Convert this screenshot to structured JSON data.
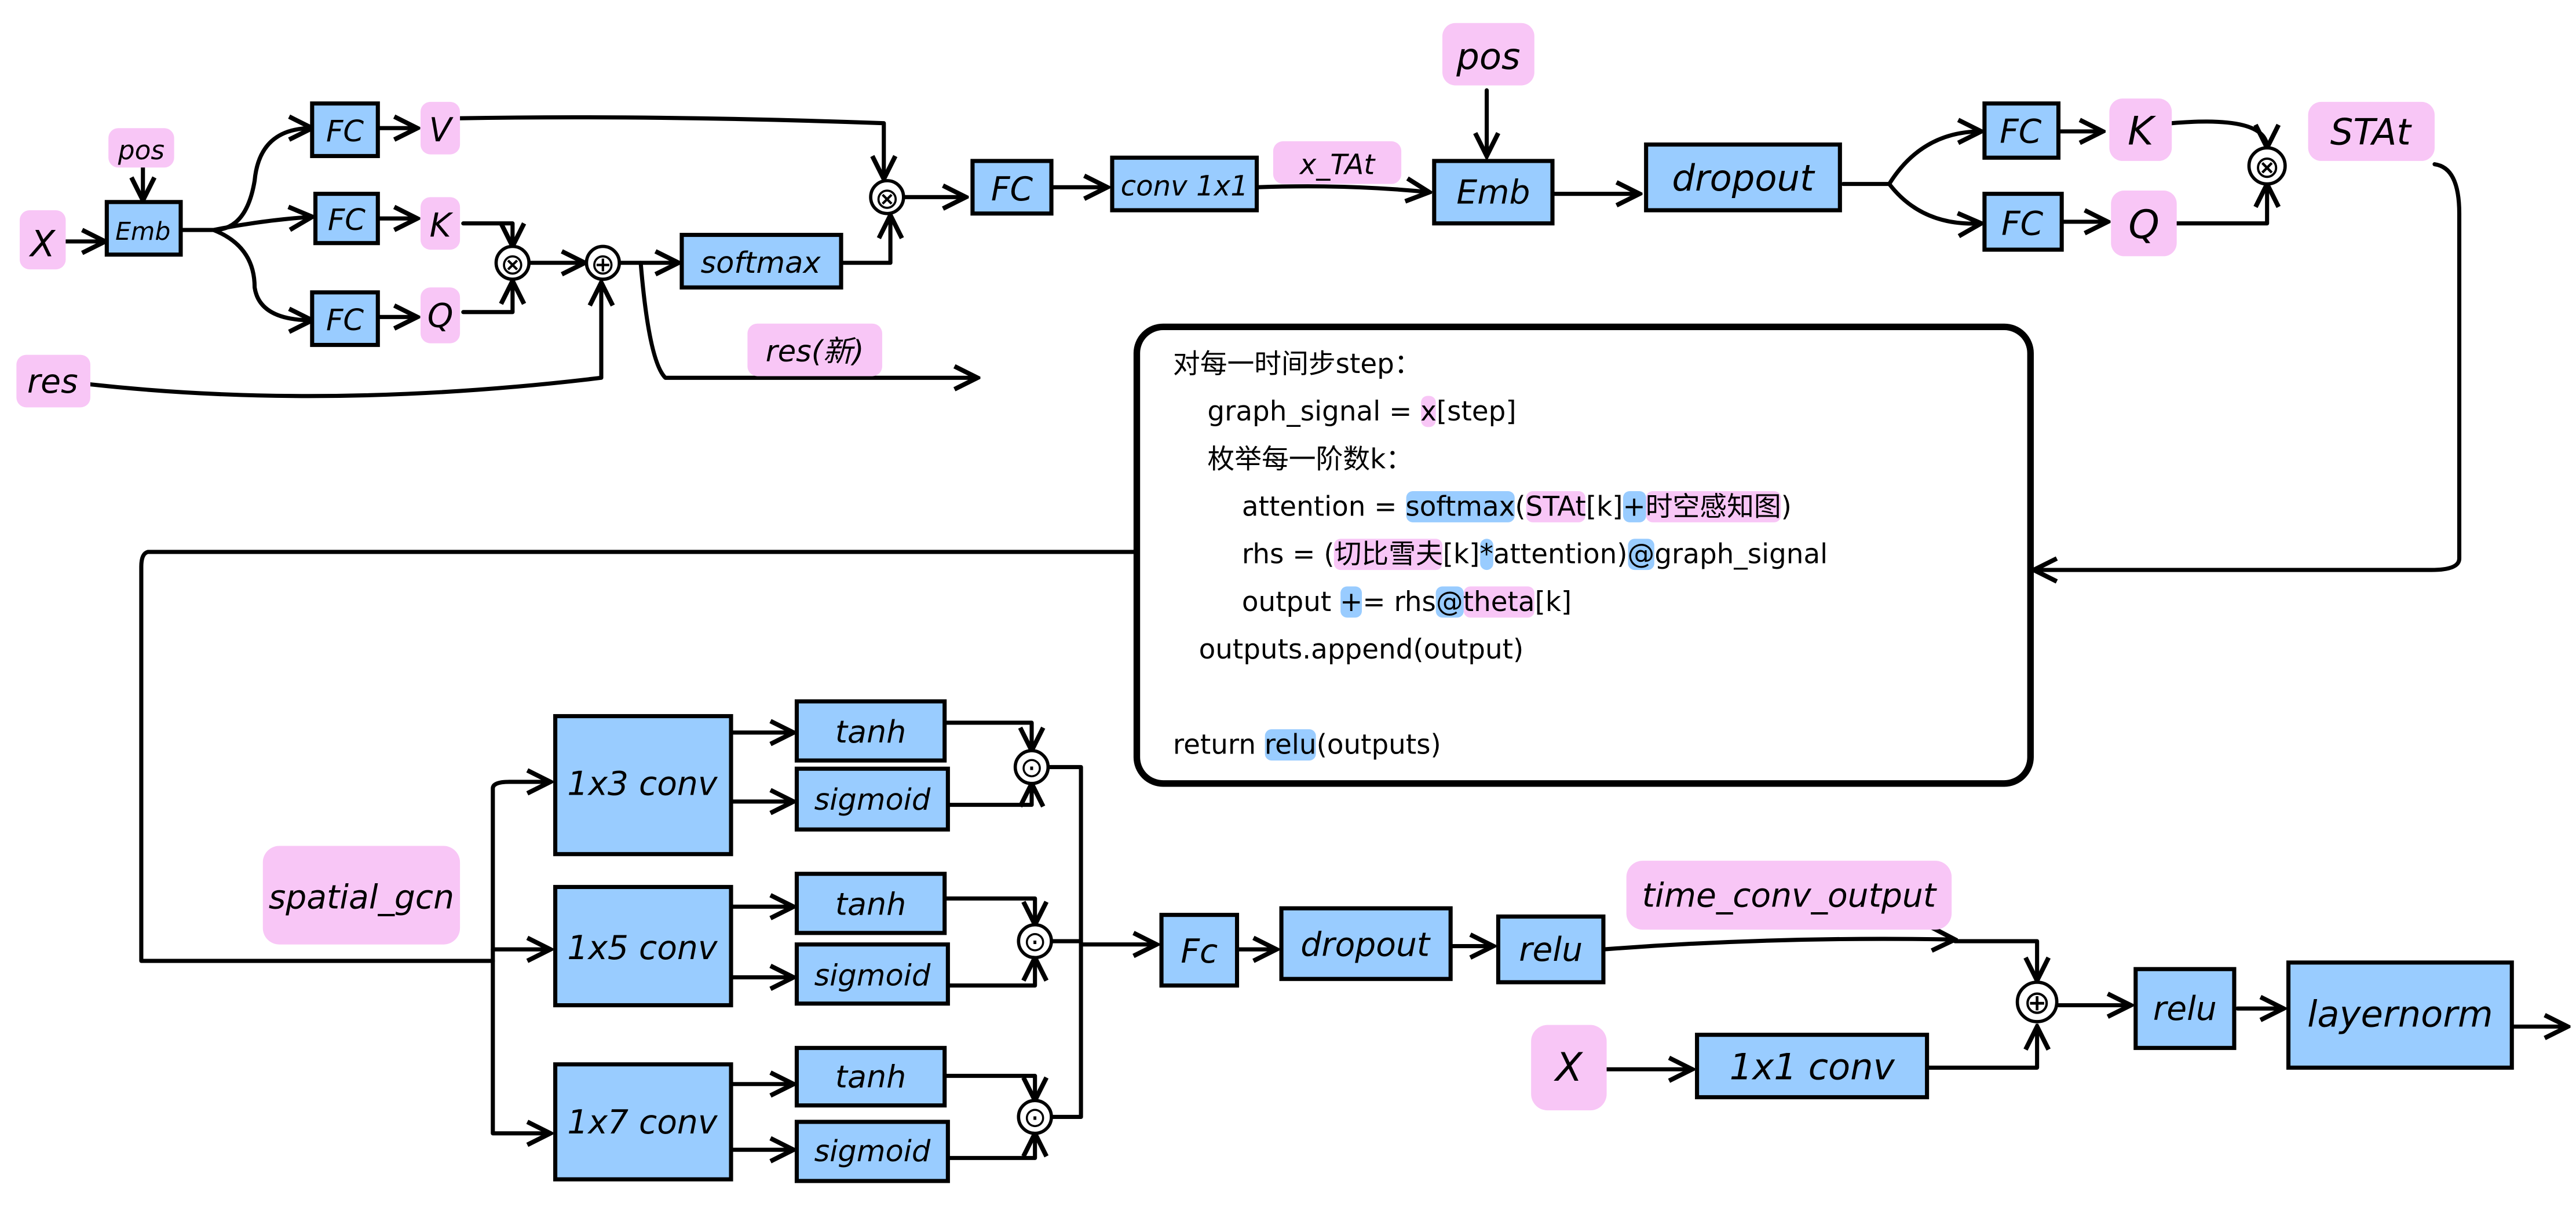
{
  "colors": {
    "box": "#99ccff",
    "label": "#f8c6f6",
    "line": "#000000"
  },
  "top": {
    "x": "X",
    "pos1": "pos",
    "emb1": "Emb",
    "fc_v": "FC",
    "fc_k": "FC",
    "fc_q": "FC",
    "v": "V",
    "k": "K",
    "q": "Q",
    "mul1": "⊗",
    "add1": "⊕",
    "softmax": "softmax",
    "mul2": "⊗",
    "res": "res",
    "res_new": "res(新)",
    "fc2": "FC",
    "conv1x1": "conv 1x1",
    "x_tat": "x_TAt",
    "pos2": "pos",
    "emb2": "Emb",
    "dropout": "dropout",
    "fc_k2": "FC",
    "fc_q2": "FC",
    "k2": "K",
    "q2": "Q",
    "mul3": "⊗",
    "stat": "STAt"
  },
  "code": {
    "l1": "对每一时间步step：",
    "l2": [
      "graph_signal = ",
      "x",
      "[step]"
    ],
    "l3": "枚举每一阶数k：",
    "l4": [
      "attention = ",
      "softmax",
      "(",
      "STAt",
      "[k]",
      "+",
      "时空感知图",
      ")"
    ],
    "l5": [
      "rhs = (",
      "切比雪夫",
      "[k]",
      "*",
      "attention)",
      "@",
      "graph_signal"
    ],
    "l6": [
      "output ",
      "+",
      "= rhs",
      "@",
      "theta",
      "[k]"
    ],
    "l7": "outputs.append(output)",
    "l8": [
      "return ",
      "relu",
      "(outputs)"
    ]
  },
  "bottom": {
    "spatial_gcn": "spatial_gcn",
    "conv13": "1x3 conv",
    "conv15": "1x5 conv",
    "conv17": "1x7 conv",
    "tanh": "tanh",
    "sigmoid": "sigmoid",
    "hadamard": "⊙",
    "fc": "Fc",
    "dropout": "dropout",
    "relu1": "relu",
    "time_conv_output": "time_conv_output",
    "x": "X",
    "conv1x1": "1x1 conv",
    "add": "⊕",
    "relu2": "relu",
    "layernorm": "layernorm"
  }
}
